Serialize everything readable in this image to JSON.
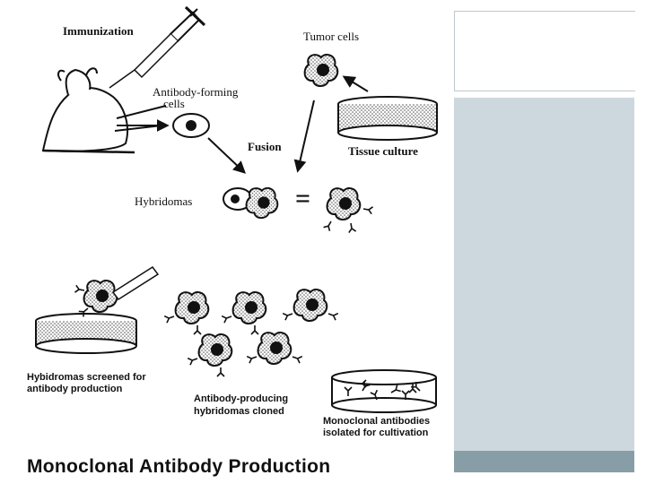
{
  "labels": {
    "immunization": "Immunization",
    "tumor_cells": "Tumor cells",
    "antibody_forming_1": "Antibody-forming",
    "antibody_forming_2": "cells",
    "fusion": "Fusion",
    "tissue_culture": "Tissue culture",
    "hybridomas": "Hybridomas",
    "equals": "=",
    "screened_1": "Hybidromas screened for",
    "screened_2": "antibody  production",
    "cloned_1": "Antibody-producing",
    "cloned_2": "hybridomas cloned",
    "isolated_1": "Monoclonal antibodies",
    "isolated_2": "isolated for cultivation"
  },
  "title": "Monoclonal Antibody Production",
  "colors": {
    "panel_gray": "#cdd8de",
    "panel_bar": "#889ea6",
    "ink": "#111111",
    "dot_fill": "#b8b8b8"
  }
}
